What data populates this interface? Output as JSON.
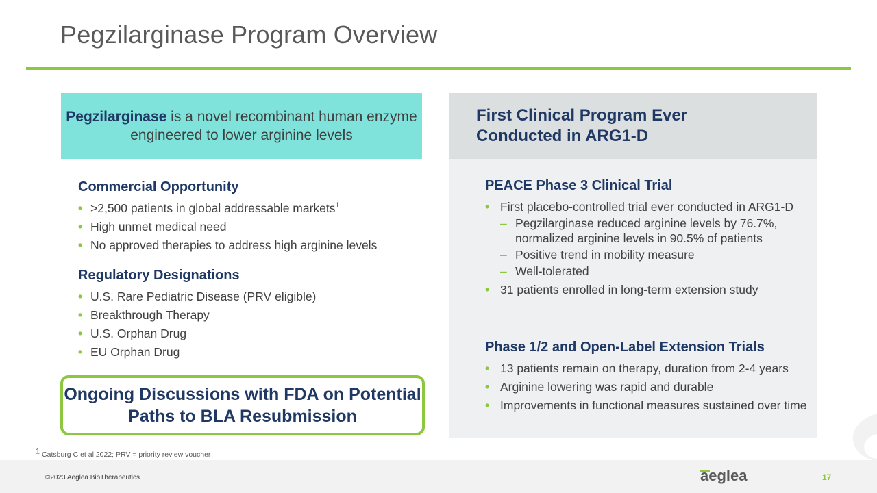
{
  "slide": {
    "title": "Pegzilarginase Program Overview",
    "hero": {
      "strong": "Pegzilarginase",
      "rest": " is a novel recombinant human enzyme engineered to lower arginine levels"
    },
    "commercial": {
      "heading": "Commercial Opportunity",
      "items": [
        {
          "text": ">2,500 patients in global addressable markets",
          "sup": "1"
        },
        {
          "text": "High unmet medical need"
        },
        {
          "text": "No approved therapies to address high arginine levels"
        }
      ]
    },
    "regulatory": {
      "heading": "Regulatory Designations",
      "items": [
        "U.S. Rare Pediatric Disease (PRV eligible)",
        "Breakthrough Therapy",
        "U.S. Orphan Drug",
        "EU Orphan Drug"
      ]
    },
    "callout": "Ongoing Discussions with FDA on Potential Paths to BLA Resubmission",
    "right_header": "First Clinical Program Ever Conducted in ARG1-D",
    "peace": {
      "heading": "PEACE Phase 3 Clinical Trial",
      "item1": "First placebo-controlled trial ever conducted in ARG1-D",
      "subs": [
        "Pegzilarginase reduced arginine levels by 76.7%, normalized arginine levels in 90.5% of patients",
        "Positive trend in mobility measure",
        "Well-tolerated"
      ],
      "item2": "31 patients enrolled in long-term extension study"
    },
    "phase12": {
      "heading": "Phase 1/2 and Open-Label Extension Trials",
      "items": [
        "13 patients remain on therapy, duration from 2-4 years",
        "Arginine lowering was rapid and durable",
        "Improvements in functional measures sustained over time"
      ]
    },
    "footnote": {
      "sup": "1",
      "text": " Catsburg C et al 2022; PRV = priority review voucher"
    },
    "copyright": "©2023 Aeglea BioTherapeutics",
    "logo_text": "aeglea",
    "page_number": "17",
    "bullet_glyph": "•",
    "dash_glyph": "–",
    "colors": {
      "accent_green": "#8dc63f",
      "navy": "#1f3864",
      "teal": "#7fe3dc",
      "panel_gray": "#dcdfe0",
      "panel_light": "#eef0f1"
    }
  }
}
